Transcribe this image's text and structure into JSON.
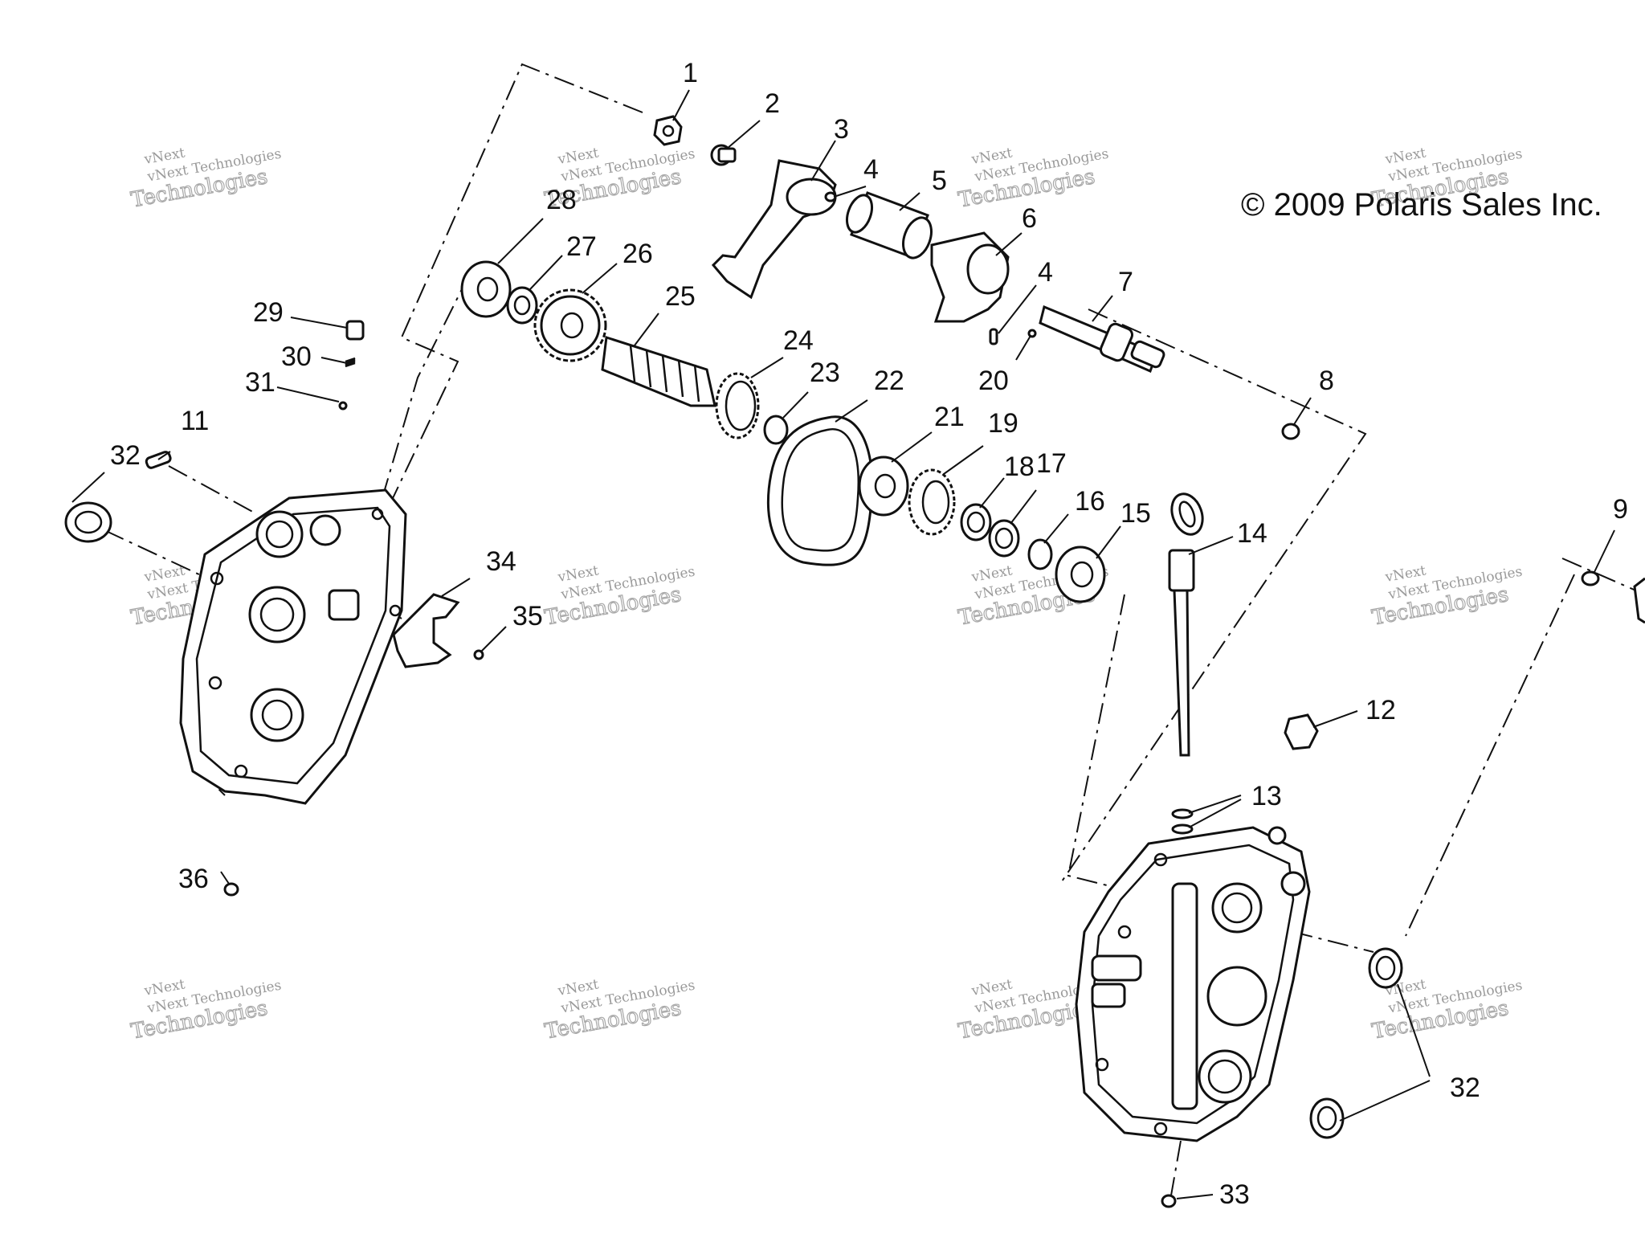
{
  "copyright": "© 2009 Polaris Sales Inc.",
  "watermark": {
    "line1": "vNext Technologies",
    "line2": "vNext",
    "line3": "Technologies"
  },
  "callouts": {
    "c1": "1",
    "c2": "2",
    "c3": "3",
    "c4a": "4",
    "c4b": "4",
    "c5": "5",
    "c6": "6",
    "c7": "7",
    "c8": "8",
    "c9": "9",
    "c11": "11",
    "c12": "12",
    "c13": "13",
    "c14": "14",
    "c15": "15",
    "c16": "16",
    "c17": "17",
    "c18": "18",
    "c19": "19",
    "c20": "20",
    "c21": "21",
    "c22": "22",
    "c23": "23",
    "c24": "24",
    "c25": "25",
    "c26": "26",
    "c27": "27",
    "c28": "28",
    "c29": "29",
    "c30": "30",
    "c31": "31",
    "c32a": "32",
    "c32b": "32",
    "c33": "33",
    "c34": "34",
    "c35": "35",
    "c36": "36"
  }
}
